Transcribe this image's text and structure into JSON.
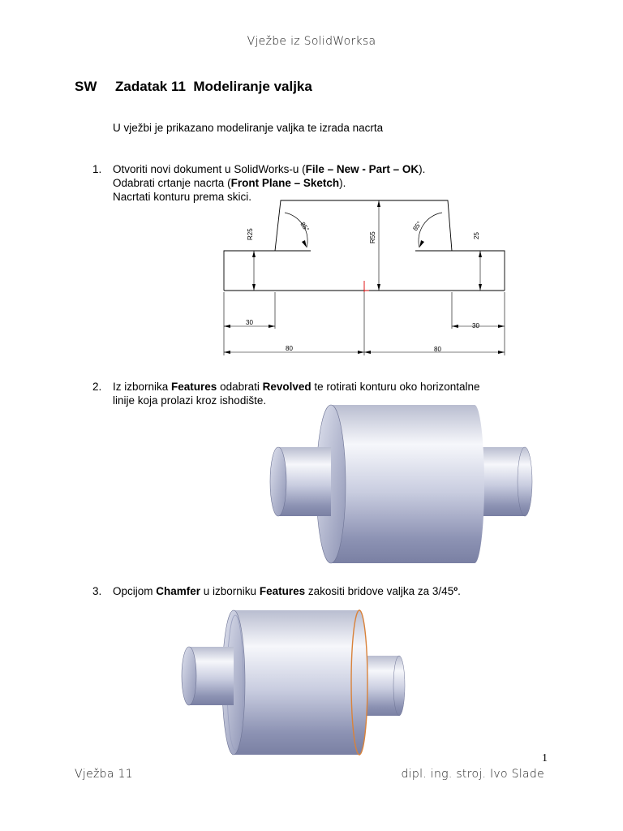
{
  "header": "Vježbe iz SolidWorksa",
  "title": {
    "prefix": "SW",
    "text": "Zadatak 11  Modeliranje valjka"
  },
  "intro": "U vježbi je prikazano modeliranje valjka te izrada nacrta",
  "steps": [
    {
      "num": "1.",
      "lines": [
        [
          {
            "t": "Otvoriti novi dokument u SolidWorks-u (",
            "b": false
          },
          {
            "t": "File – New - Part – OK",
            "b": true
          },
          {
            "t": ").",
            "b": false
          }
        ],
        [
          {
            "t": "Odabrati crtanje nacrta (",
            "b": false
          },
          {
            "t": "Front Plane – Sketch",
            "b": true
          },
          {
            "t": ").",
            "b": false
          }
        ],
        [
          {
            "t": "Nacrtati konturu prema skici.",
            "b": false
          }
        ]
      ]
    },
    {
      "num": "2.",
      "lines": [
        [
          {
            "t": "Iz izbornika ",
            "b": false
          },
          {
            "t": "Features",
            "b": true
          },
          {
            "t": " odabrati ",
            "b": false
          },
          {
            "t": "Revolved",
            "b": true
          },
          {
            "t": " te rotirati konturu oko horizontalne",
            "b": false
          }
        ],
        [
          {
            "t": "linije koja prolazi kroz ishodište.",
            "b": false
          }
        ]
      ]
    },
    {
      "num": "3.",
      "lines": [
        [
          {
            "t": "Opcijom ",
            "b": false
          },
          {
            "t": "Chamfer",
            "b": true
          },
          {
            "t": " u izborniku ",
            "b": false
          },
          {
            "t": "Features",
            "b": true
          },
          {
            "t": " zakositi bridove valjka za 3/45",
            "b": false
          },
          {
            "t": "º",
            "b": true
          },
          {
            "t": ".",
            "b": false
          }
        ]
      ]
    }
  ],
  "sketch": {
    "dims": {
      "r25": "R25",
      "r55": "R55",
      "d25": "25",
      "a85l": "85°",
      "a85r": "85°",
      "w30l": "30",
      "w30r": "30",
      "w80l": "80",
      "w80r": "80"
    }
  },
  "page_number": "1",
  "footer": {
    "left": "Vježba 11",
    "right": "dipl. ing. stroj. Ivo Slade"
  }
}
